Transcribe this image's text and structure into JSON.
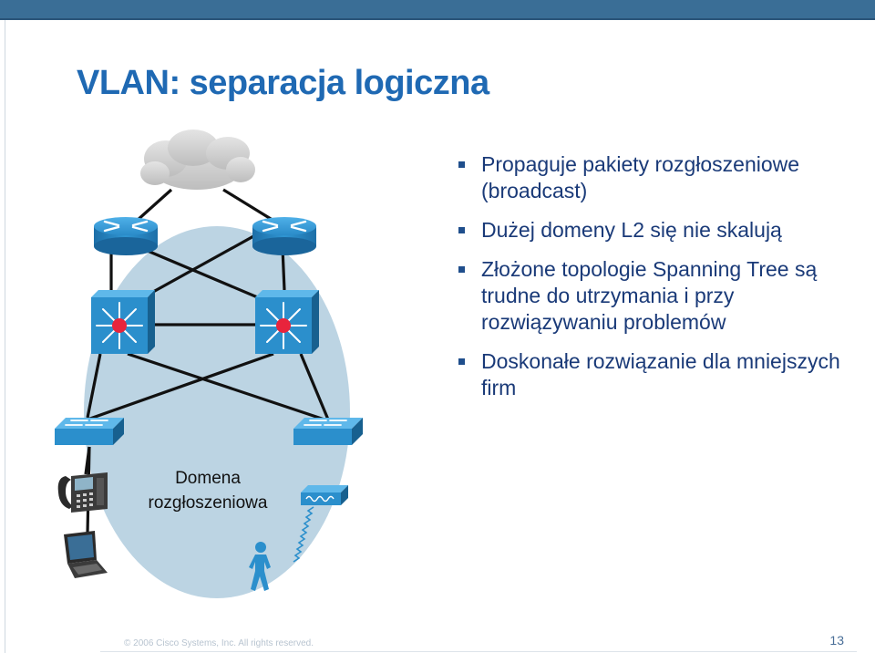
{
  "slide": {
    "title": "VLAN: separacja logiczna",
    "bullets": [
      "Propaguje pakiety rozgłoszeniowe (broadcast)",
      "Dużej domeny L2 się nie skalują",
      "Złożone topologie Spanning Tree są trudne do utrzymania i przy rozwiązywaniu problemów",
      "Doskonałe rozwiązanie dla mniejszych firm"
    ],
    "footer": "© 2006 Cisco Systems, Inc. All rights reserved.",
    "page_number": "13"
  },
  "diagram": {
    "domain_label_line1": "Domena",
    "domain_label_line2": "rozgłoszeniowa"
  },
  "colors": {
    "title": "#1f69b3",
    "bullet_text": "#1a3a78",
    "domain_ellipse": "#bcd4e3",
    "device_blue": "#2b8fcc",
    "top_bar": "#3a6e96"
  }
}
